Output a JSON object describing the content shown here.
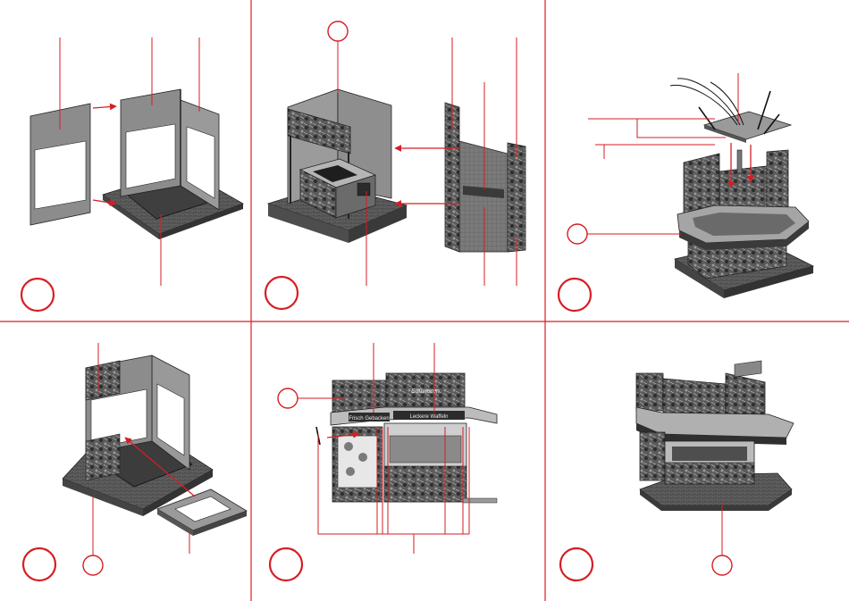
{
  "colors": {
    "accent": "#d51e24",
    "panel_gray": "#8c8c8c",
    "dark_gray": "#4a4a4a",
    "base_gray": "#6d6d6d",
    "line_black": "#1a1a1a",
    "background": "#ffffff"
  },
  "steps": [
    {
      "id": "step-1",
      "number": ""
    },
    {
      "id": "step-2",
      "number": ""
    },
    {
      "id": "step-3",
      "number": ""
    },
    {
      "id": "step-4",
      "number": ""
    },
    {
      "id": "step-5",
      "number": ""
    },
    {
      "id": "step-6",
      "number": ""
    }
  ],
  "signage": {
    "top_sign": "Süßwaren",
    "front_left": "Frisch Gebacken",
    "front_right": "Leckere Waffeln"
  }
}
